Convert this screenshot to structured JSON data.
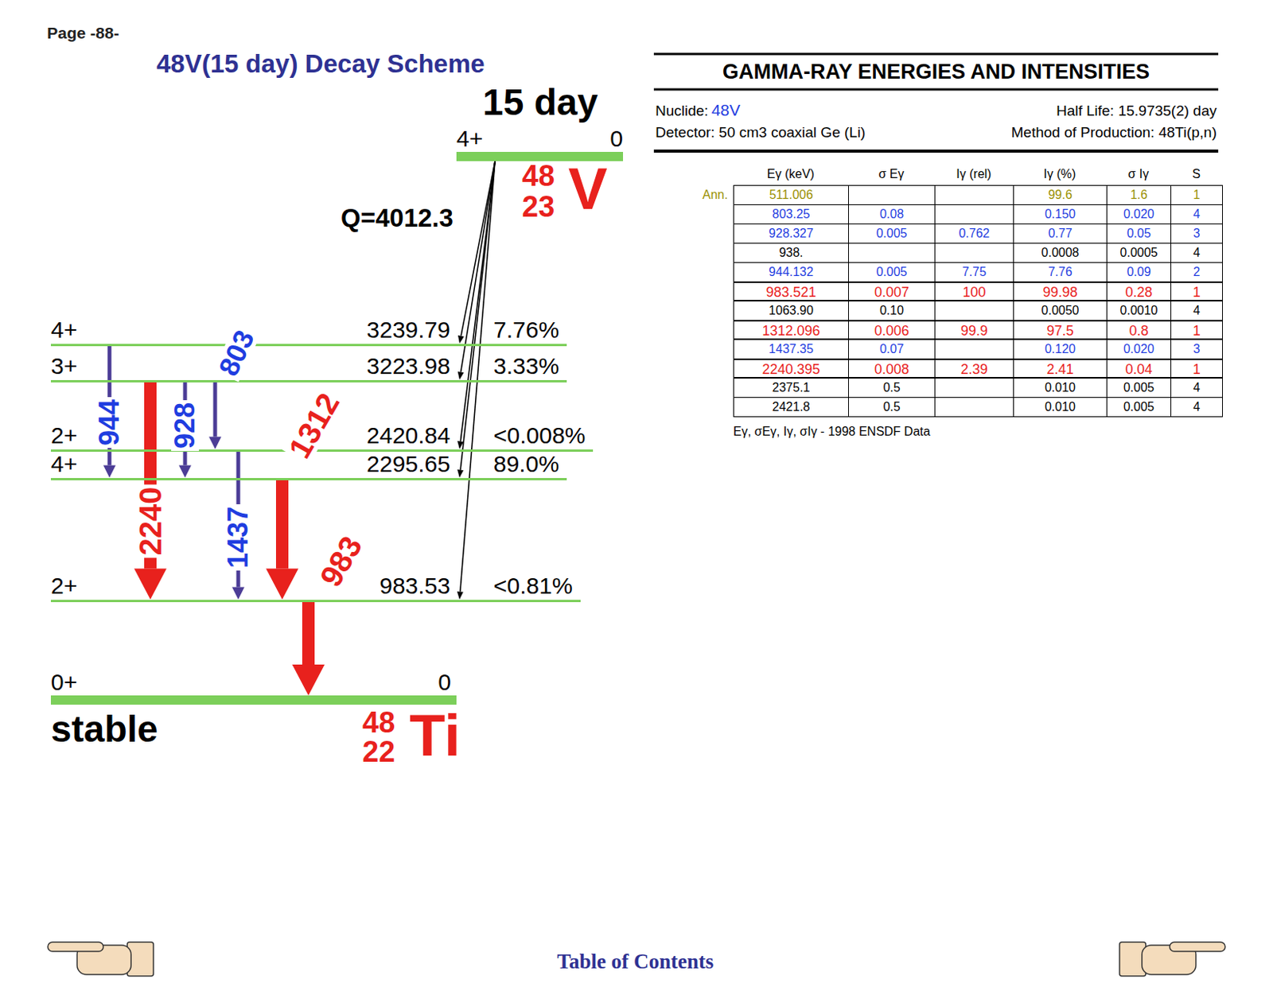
{
  "diagram": {
    "title": "48V(15 day) Decay Scheme",
    "nodes": [
      {
        "text": [
          "15 day",
          "4+",
          "0",
          "48",
          "23",
          "V"
        ]
      },
      {
        "text": [
          "4+",
          "3239.79",
          "7.76%"
        ]
      },
      {
        "text": [
          "3+",
          "3223.98",
          "3.33%"
        ]
      },
      {
        "text": [
          "2+",
          "2420.84",
          "<0.008%"
        ]
      },
      {
        "text": [
          "4+",
          "2295.65",
          "89.0%"
        ]
      },
      {
        "text": [
          "2+",
          "983.53",
          "<0.81%"
        ]
      },
      {
        "text": [
          "0+",
          "0",
          "stable",
          "48",
          "22",
          "Ti"
        ]
      }
    ],
    "edges": [
      {
        "from": 0,
        "to": 1,
        "arrow": "to"
      },
      {
        "from": 0,
        "to": 2,
        "arrow": "to"
      },
      {
        "from": 0,
        "to": 3,
        "arrow": "to"
      },
      {
        "from": 0,
        "to": 4,
        "arrow": "to"
      },
      {
        "from": 0,
        "to": 5,
        "arrow": "to"
      },
      {
        "from": 1,
        "to": 4,
        "label": "944",
        "arrow": "to"
      },
      {
        "from": 2,
        "to": 5,
        "label": "2240",
        "arrow": "to"
      },
      {
        "from": 2,
        "to": 4,
        "label": "928",
        "arrow": "to"
      },
      {
        "from": 2,
        "to": 3,
        "label": "803",
        "arrow": "to"
      },
      {
        "from": 3,
        "to": 5,
        "label": "1437",
        "arrow": "to"
      },
      {
        "from": 4,
        "to": 5,
        "label": "1312",
        "arrow": "to"
      },
      {
        "from": 5,
        "to": 6,
        "label": "983",
        "arrow": "to"
      }
    ],
    "labels": [
      "Page -88-",
      "Q=4012.3",
      "GAMMA-RAY ENERGIES AND INTENSITIES",
      "Nuclide:",
      "48V",
      "Half Life: 15.9735(2) day",
      "Detector: 50 cm3 coaxial Ge (Li)",
      "Method of Production: 48Ti(p,n)",
      "Eγ (keV)",
      "σ Eγ",
      "Iγ (rel)",
      "Iγ (%)",
      "σ Iγ",
      "S",
      "Ann.",
      "511.006",
      "99.6",
      "1.6",
      "1",
      "803.25",
      "0.08",
      "0.150",
      "0.020",
      "4",
      "928.327",
      "0.005",
      "0.762",
      "0.77",
      "0.05",
      "3",
      "938.",
      "0.0008",
      "0.0005",
      "4",
      "944.132",
      "0.005",
      "7.75",
      "7.76",
      "0.09",
      "2",
      "983.521",
      "0.007",
      "100",
      "99.98",
      "0.28",
      "1",
      "1063.90",
      "0.10",
      "0.0050",
      "0.0010",
      "4",
      "1312.096",
      "0.006",
      "99.9",
      "97.5",
      "0.8",
      "1",
      "1437.35",
      "0.07",
      "0.120",
      "0.020",
      "3",
      "2240.395",
      "0.008",
      "2.39",
      "2.41",
      "0.04",
      "1",
      "2375.1",
      "0.5",
      "0.010",
      "0.005",
      "4",
      "2421.8",
      "0.5",
      "0.010",
      "0.005",
      "4",
      "Eγ, σEγ, Iγ, σIγ - 1998 ENSDF Data",
      "Table of Contents"
    ]
  }
}
